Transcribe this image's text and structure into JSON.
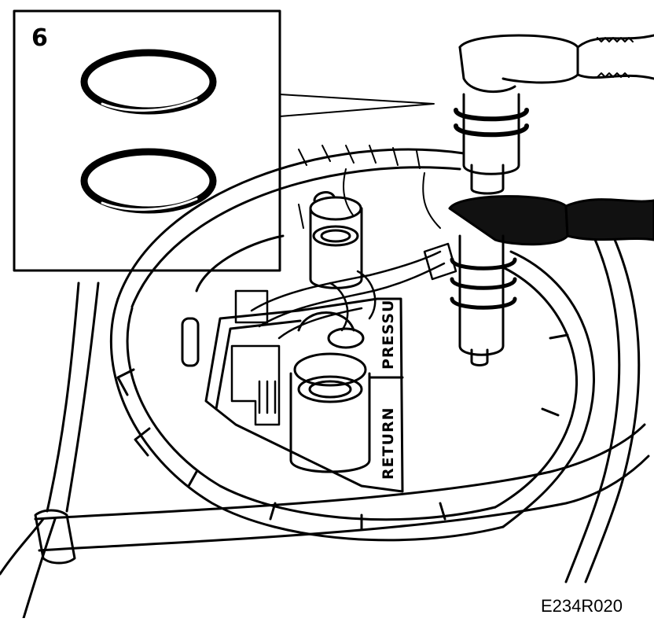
{
  "diagram": {
    "inset_number": "6",
    "port_labels": {
      "pressure": "PRESSU",
      "return": "RETURN"
    },
    "figure_reference": "E234R020",
    "colors": {
      "line": "#000000",
      "background": "#ffffff",
      "connector_fill": "#111111"
    }
  }
}
